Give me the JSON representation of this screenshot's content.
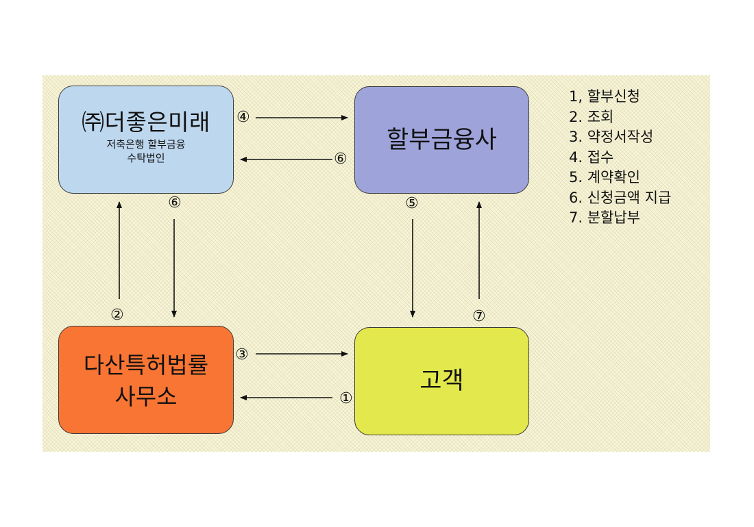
{
  "nodes": {
    "mirae": {
      "title": "㈜더좋은미래",
      "subtitle_line1": "저축은행 할부금융",
      "subtitle_line2": "수탁법인",
      "color": "#bdd7ee"
    },
    "finance": {
      "label": "할부금융사",
      "color": "#9ea4da"
    },
    "law": {
      "label_line1": "다산특허법률",
      "label_line2": "사무소",
      "color": "#f97533"
    },
    "customer": {
      "label": "고객",
      "color": "#e3e84c"
    }
  },
  "steps": {
    "s1": "①",
    "s2": "②",
    "s3": "③",
    "s4": "④",
    "s5": "⑤",
    "s6": "⑥",
    "s7": "⑦"
  },
  "legend": [
    "1, 할부신청",
    "2. 조회",
    "3. 약정서작성",
    "4. 접수",
    "5. 계약확인",
    "6. 신청금액 지급",
    "7. 분할납부"
  ],
  "colors": {
    "background": "#f7f4d8",
    "arrow": "#111111"
  }
}
